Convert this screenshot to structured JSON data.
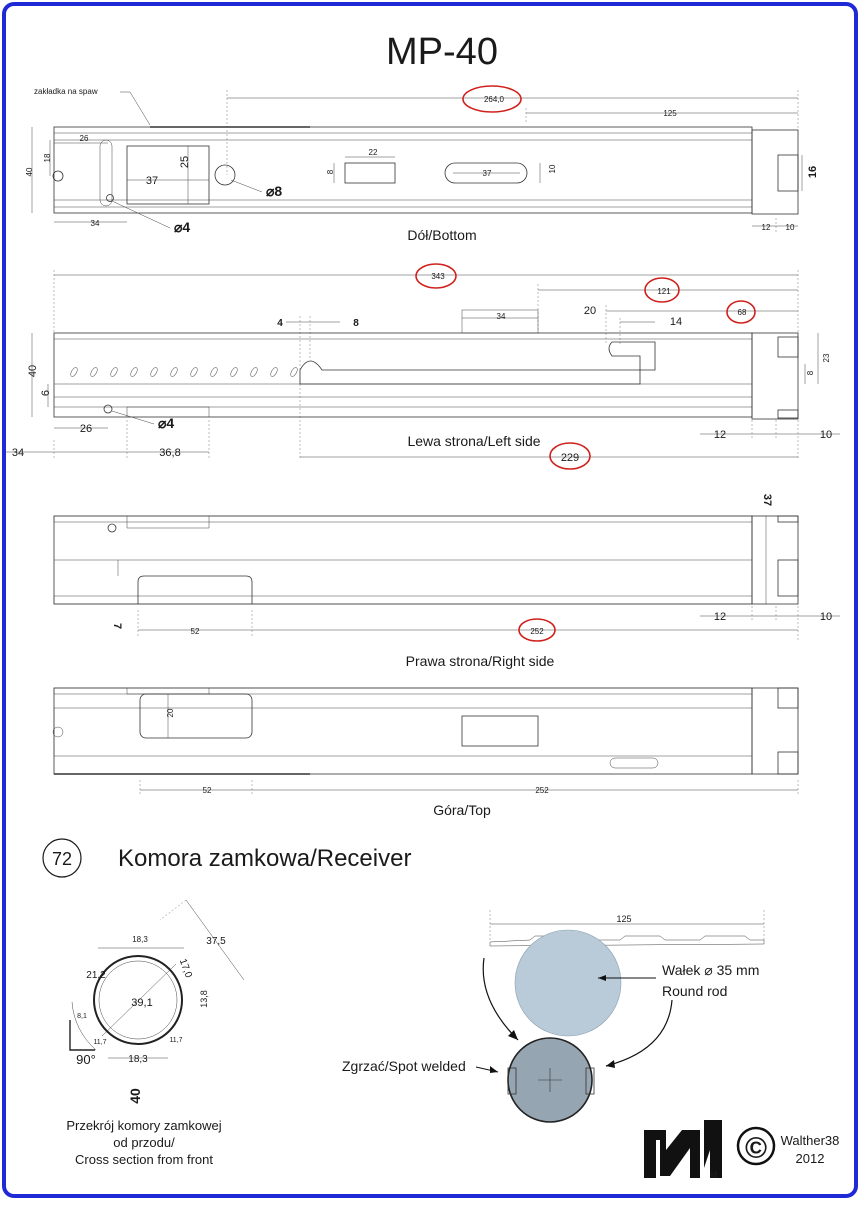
{
  "title": "MP-40",
  "bottom": {
    "caption": "Dół/Bottom",
    "tab_label": "zakładka na spaw",
    "dims": {
      "overall": "264,0",
      "d125": "125",
      "d26": "26",
      "d40": "40",
      "d18": "18",
      "d37": "37",
      "d25": "25",
      "d22": "22",
      "d8": "8",
      "d37b": "37",
      "d10": "10",
      "d16": "16",
      "d34": "34",
      "d12": "12",
      "d10b": "10"
    },
    "hole8": "⌀8",
    "hole4": "⌀4"
  },
  "left": {
    "caption": "Lewa strona/Left side",
    "dims": {
      "d343": "343",
      "d121": "121",
      "d68": "68",
      "d34": "34",
      "d20": "20",
      "d14": "14",
      "d4": "4",
      "d8": "8",
      "d40": "40",
      "d6": "6",
      "d23": "23",
      "d8b": "8",
      "d26": "26",
      "d34b": "34",
      "d368": "36,8",
      "d229": "229",
      "d12": "12",
      "d10": "10"
    },
    "hole4": "⌀4"
  },
  "right": {
    "caption": "Prawa strona/Right side",
    "dims": {
      "d37": "37",
      "d7": "7",
      "d52": "52",
      "d252": "252",
      "d12": "12",
      "d10": "10"
    }
  },
  "top": {
    "caption": "Góra/Top",
    "dims": {
      "d20": "20",
      "d52": "52",
      "d252": "252"
    }
  },
  "part": {
    "number": "72",
    "name": "Komora zamkowa/Receiver"
  },
  "cross_section": {
    "dims": {
      "d183t": "18,3",
      "d375": "37,5",
      "d212": "21,2",
      "d170": "17,0",
      "d391": "39,1",
      "d138": "13,8",
      "d81": "8,1",
      "d117a": "11,7",
      "d117b": "11,7",
      "d183b": "18,3",
      "d40": "40"
    },
    "angle": "90°",
    "caption": [
      "Przekrój komory zamkowej",
      "od przodu/",
      "Cross section from front"
    ]
  },
  "rod": {
    "d125": "125",
    "label1": "Wałek ⌀ 35 mm",
    "label2": "Round rod",
    "weld": "Zgrzać/Spot welded"
  },
  "credit": {
    "author": "Walther38",
    "year": "2012",
    "copyright": "©"
  },
  "colors": {
    "border": "#1f2ad6",
    "ink": "#1a1a1a",
    "red": "#d0201c",
    "rod": "#b9cbd8",
    "rod_section": "#95a5b2"
  }
}
